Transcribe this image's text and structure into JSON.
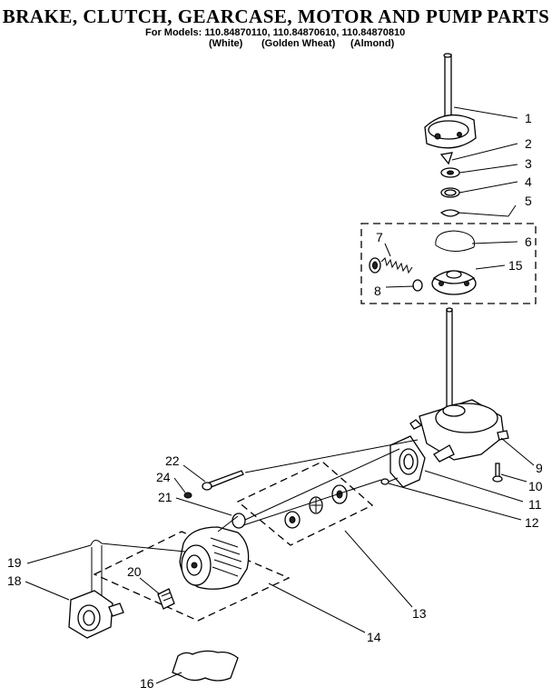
{
  "header": {
    "title": "BRAKE, CLUTCH, GEARCASE, MOTOR AND PUMP PARTS",
    "models_line": "For Models: 110.84870110, 110.84870610, 110.84870810",
    "color_white": "(White)",
    "color_golden": "(Golden Wheat)",
    "color_almond": "(Almond)"
  },
  "callouts": {
    "c1": "1",
    "c2": "2",
    "c3": "3",
    "c4": "4",
    "c5": "5",
    "c6": "6",
    "c7": "7",
    "c8": "8",
    "c9": "9",
    "c10": "10",
    "c11": "11",
    "c12": "12",
    "c13": "13",
    "c14": "14",
    "c15": "15",
    "c16": "16",
    "c18": "18",
    "c19": "19",
    "c20": "20",
    "c21": "21",
    "c22": "22",
    "c24": "24"
  }
}
